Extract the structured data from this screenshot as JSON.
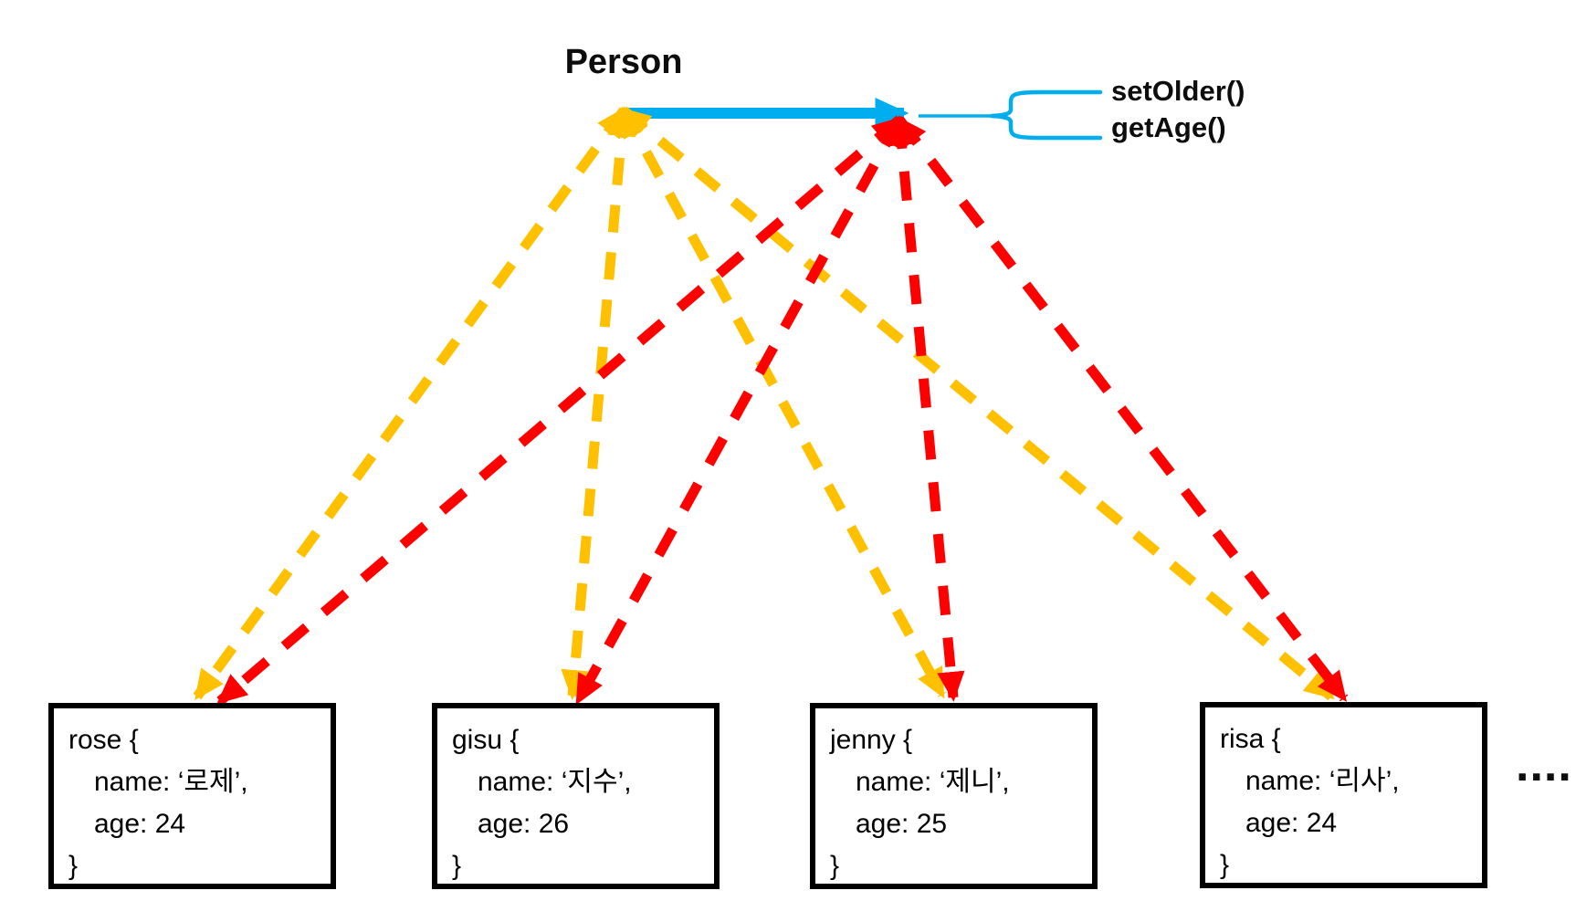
{
  "diagram": {
    "title": "Person",
    "methods": [
      "setOlder()",
      "getAge()"
    ],
    "objects": [
      {
        "name": "rose",
        "lines": [
          "rose {",
          "name: ‘로제’,",
          "age: 24",
          "}"
        ]
      },
      {
        "name": "gisu",
        "lines": [
          "gisu {",
          "name: ‘지수’,",
          "age: 26",
          "}"
        ]
      },
      {
        "name": "jenny",
        "lines": [
          "jenny {",
          "name: ‘제니’,",
          "age: 25",
          "}"
        ]
      },
      {
        "name": "risa",
        "lines": [
          "risa {",
          "name: ‘리사’,",
          "age: 24",
          "}"
        ]
      }
    ],
    "ellipsis": "....",
    "colors": {
      "blue_solid_arrow": "#00AEEF",
      "yellow_dashed_arrows": "#FFC000",
      "red_dashed_arrows": "#FF0000",
      "text": "#000000",
      "box_border": "#000000"
    },
    "arrows": {
      "blue_solid": {
        "from": "Person",
        "to": "methods-brace",
        "style": "solid"
      },
      "yellow_dashed": {
        "style": "dashed",
        "double_headed": true,
        "targets": [
          "rose",
          "gisu",
          "jenny",
          "risa"
        ]
      },
      "red_dashed": {
        "style": "dashed",
        "double_headed": true,
        "targets": [
          "rose",
          "gisu",
          "jenny",
          "risa"
        ]
      }
    }
  }
}
